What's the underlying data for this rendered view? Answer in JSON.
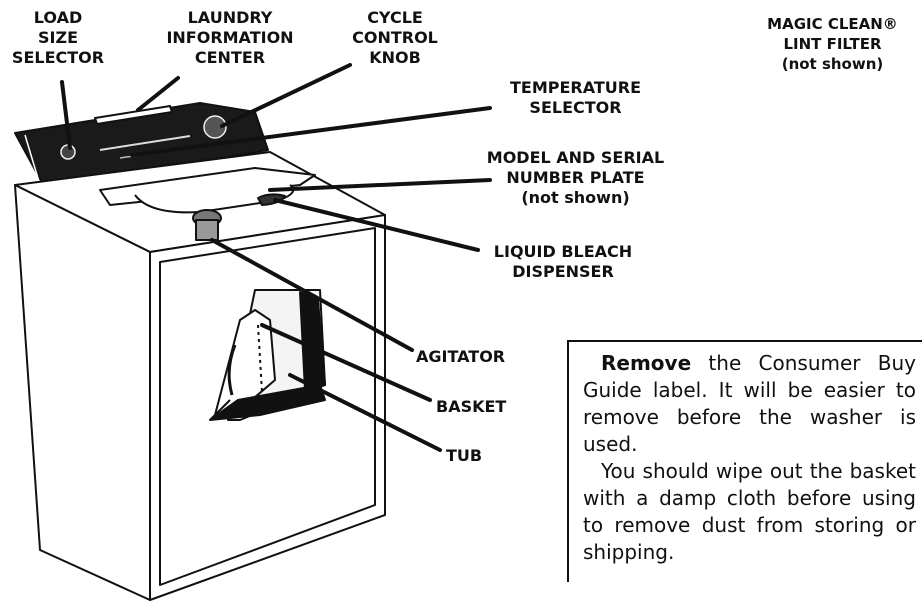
{
  "labels": {
    "load_size": [
      "LOAD",
      "SIZE",
      "SELECTOR"
    ],
    "laundry_info": [
      "LAUNDRY",
      "INFORMATION",
      "CENTER"
    ],
    "cycle_control": [
      "CYCLE",
      "CONTROL",
      "KNOB"
    ],
    "magic_clean": [
      "MAGIC CLEAN®",
      "LINT FILTER",
      "(not shown)"
    ],
    "temperature": [
      "TEMPERATURE",
      "SELECTOR"
    ],
    "model_serial": [
      "MODEL AND SERIAL",
      "NUMBER PLATE",
      "(not shown)"
    ],
    "liquid_bleach": [
      "LIQUID BLEACH",
      "DISPENSER"
    ],
    "agitator": "AGITATOR",
    "basket": "BASKET",
    "tub": "TUB"
  },
  "note": {
    "p1_bold": "Remove",
    "p1_rest": " the Consumer Buy Guide label. It will be easier to remove before the washer is used.",
    "p2": "You should wipe out the basket with a damp cloth before using to remove dust from storing or shipping."
  }
}
